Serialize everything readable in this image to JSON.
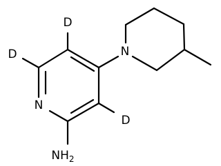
{
  "molecule": {
    "atoms": {
      "n_ring": "N",
      "n_piperidine": "N",
      "d_top": "D",
      "d_left": "D",
      "d_right": "D",
      "amine_n": "NH",
      "amine_sub": "2"
    }
  }
}
